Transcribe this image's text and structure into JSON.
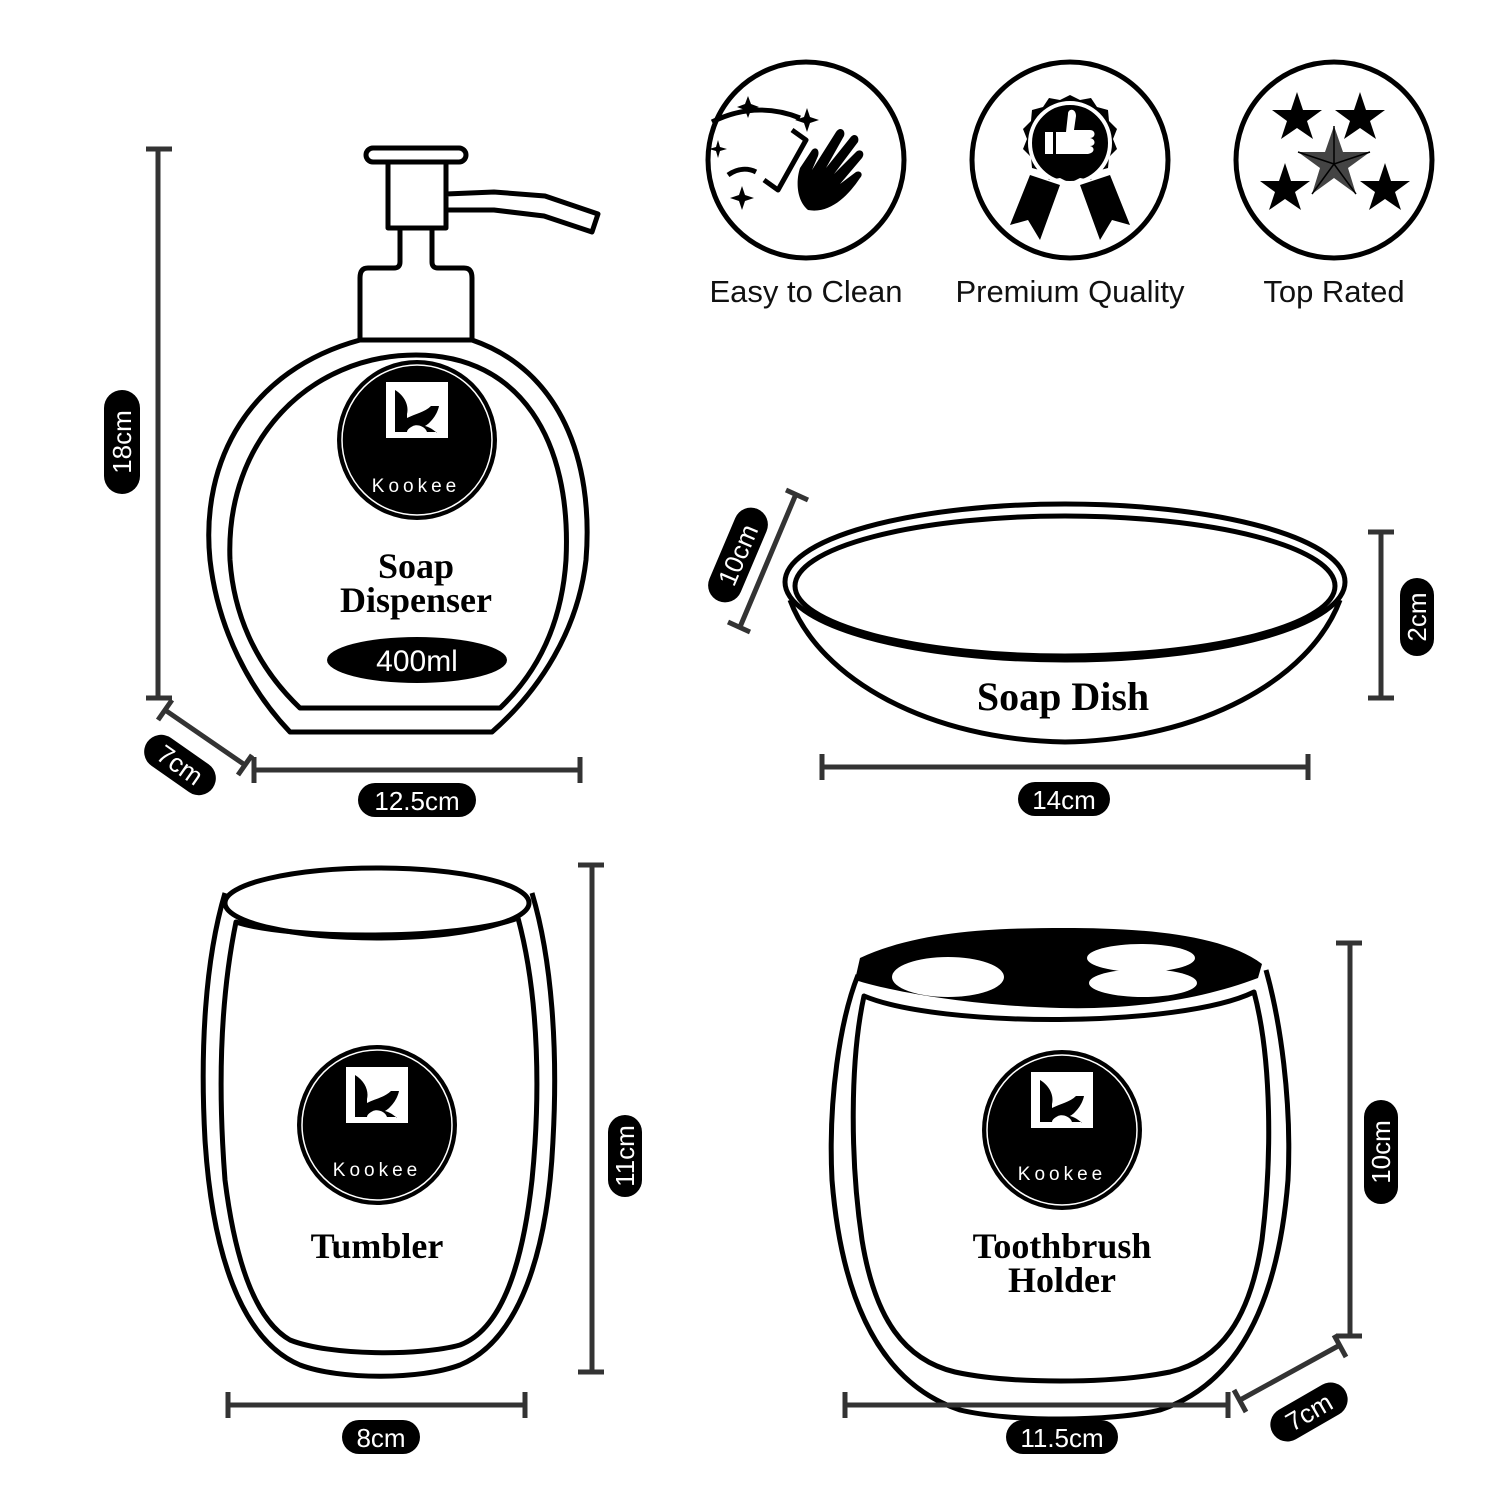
{
  "features": [
    {
      "label": "Easy to Clean",
      "icon": "hand-wipe-sparkle-icon"
    },
    {
      "label": "Premium Quality",
      "icon": "ribbon-badge-thumbs-up-icon"
    },
    {
      "label": "Top Rated",
      "icon": "five-stars-icon"
    }
  ],
  "brand": {
    "name": "Kookee",
    "mark": "K"
  },
  "products": {
    "soap_dispenser": {
      "title_line1": "Soap",
      "title_line2": "Dispenser",
      "capacity": "400ml",
      "height": "18cm",
      "width": "12.5cm",
      "depth": "7cm"
    },
    "soap_dish": {
      "title": "Soap Dish",
      "depth": "10cm",
      "height": "2cm",
      "width": "14cm"
    },
    "tumbler": {
      "title": "Tumbler",
      "height": "11cm",
      "width": "8cm"
    },
    "toothbrush_holder": {
      "title_line1": "Toothbrush",
      "title_line2": "Holder",
      "height": "10cm",
      "width": "11.5cm",
      "depth": "7cm"
    }
  },
  "colors": {
    "ink": "#000000",
    "dimension_line": "#333333",
    "background": "#ffffff",
    "star_center": "#444444"
  }
}
